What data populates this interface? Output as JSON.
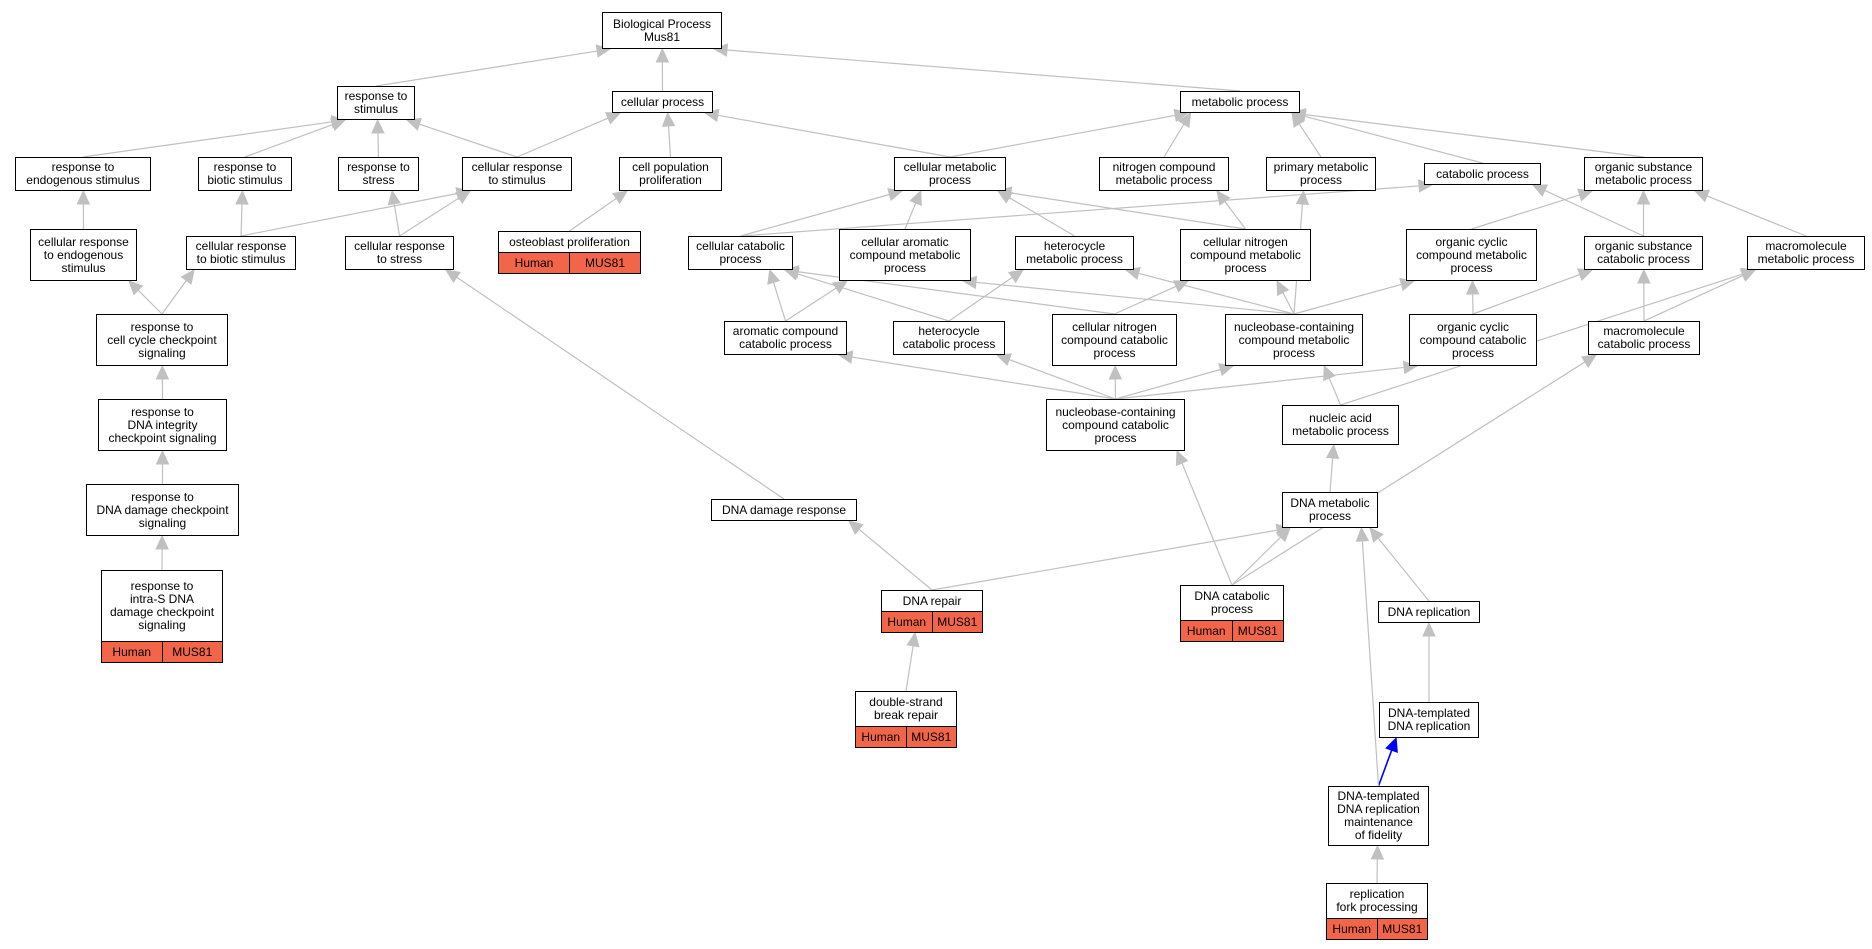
{
  "colors": {
    "edge": "#c0c0c0",
    "edge_highlight": "#0000ff",
    "annotation_fill": "#f26548",
    "node_border": "#000000"
  },
  "nodes": [
    {
      "id": "bp",
      "label": "Biological Process\nMus81"
    },
    {
      "id": "rts",
      "label": "response to\nstimulus"
    },
    {
      "id": "cp",
      "label": "cellular process"
    },
    {
      "id": "mp",
      "label": "metabolic process"
    },
    {
      "id": "rtes",
      "label": "response to\nendogenous stimulus"
    },
    {
      "id": "rtbs",
      "label": "response to\nbiotic stimulus"
    },
    {
      "id": "rtstress",
      "label": "response to\nstress"
    },
    {
      "id": "crts",
      "label": "cellular response\nto stimulus"
    },
    {
      "id": "cpp",
      "label": "cell population\nproliferation"
    },
    {
      "id": "cmp",
      "label": "cellular metabolic\nprocess"
    },
    {
      "id": "ncmp",
      "label": "nitrogen compound\nmetabolic process"
    },
    {
      "id": "pmp",
      "label": "primary metabolic\nprocess"
    },
    {
      "id": "catp",
      "label": "catabolic process"
    },
    {
      "id": "osmp",
      "label": "organic substance\nmetabolic process"
    },
    {
      "id": "crtes",
      "label": "cellular response\nto endogenous\nstimulus"
    },
    {
      "id": "crtbs",
      "label": "cellular response\nto biotic stimulus"
    },
    {
      "id": "crtstress",
      "label": "cellular response\nto stress"
    },
    {
      "id": "op",
      "label": "osteoblast proliferation"
    },
    {
      "id": "ccp",
      "label": "cellular catabolic\nprocess"
    },
    {
      "id": "cacmp",
      "label": "cellular aromatic\ncompound metabolic\nprocess"
    },
    {
      "id": "hmp",
      "label": "heterocycle\nmetabolic process"
    },
    {
      "id": "cncmp",
      "label": "cellular nitrogen\ncompound metabolic\nprocess"
    },
    {
      "id": "occmp",
      "label": "organic cyclic\ncompound metabolic\nprocess"
    },
    {
      "id": "oscp",
      "label": "organic substance\ncatabolic process"
    },
    {
      "id": "mmp",
      "label": "macromolecule\nmetabolic process"
    },
    {
      "id": "rtccs",
      "label": "response to\ncell cycle checkpoint\nsignaling"
    },
    {
      "id": "acc",
      "label": "aromatic compound\ncatabolic process"
    },
    {
      "id": "hcp",
      "label": "heterocycle\ncatabolic process"
    },
    {
      "id": "cnccp",
      "label": "cellular nitrogen\ncompound catabolic\nprocess"
    },
    {
      "id": "nbcmp",
      "label": "nucleobase-containing\ncompound metabolic\nprocess"
    },
    {
      "id": "occcp",
      "label": "organic cyclic\ncompound catabolic\nprocess"
    },
    {
      "id": "mcp",
      "label": "macromolecule\ncatabolic process"
    },
    {
      "id": "rtdics",
      "label": "response to\nDNA integrity\ncheckpoint signaling"
    },
    {
      "id": "nbccp",
      "label": "nucleobase-containing\ncompound catabolic\nprocess"
    },
    {
      "id": "namp",
      "label": "nucleic acid\nmetabolic process"
    },
    {
      "id": "rtddcs",
      "label": "response to\nDNA damage checkpoint\nsignaling"
    },
    {
      "id": "ddr",
      "label": "DNA damage response"
    },
    {
      "id": "dmp",
      "label": "DNA metabolic\nprocess"
    },
    {
      "id": "rtisd",
      "label": "response to\nintra-S DNA\ndamage checkpoint\nsignaling"
    },
    {
      "id": "drep",
      "label": "DNA repair"
    },
    {
      "id": "dcp",
      "label": "DNA catabolic\nprocess"
    },
    {
      "id": "dreplic",
      "label": "DNA replication"
    },
    {
      "id": "dsbr",
      "label": "double-strand\nbreak repair"
    },
    {
      "id": "dtdr",
      "label": "DNA-templated\nDNA replication"
    },
    {
      "id": "dtdrmf",
      "label": "DNA-templated\nDNA replication\nmaintenance\nof fidelity"
    },
    {
      "id": "rfp",
      "label": "replication\nfork processing"
    }
  ],
  "annotations": [
    {
      "node": "op",
      "species": "Human",
      "gene": "MUS81"
    },
    {
      "node": "rtisd",
      "species": "Human",
      "gene": "MUS81"
    },
    {
      "node": "drep",
      "species": "Human",
      "gene": "MUS81"
    },
    {
      "node": "dcp",
      "species": "Human",
      "gene": "MUS81"
    },
    {
      "node": "dsbr",
      "species": "Human",
      "gene": "MUS81"
    },
    {
      "node": "rfp",
      "species": "Human",
      "gene": "MUS81"
    }
  ],
  "edges": [
    {
      "from": "rts",
      "to": "bp"
    },
    {
      "from": "cp",
      "to": "bp"
    },
    {
      "from": "mp",
      "to": "bp"
    },
    {
      "from": "rtes",
      "to": "rts"
    },
    {
      "from": "rtbs",
      "to": "rts"
    },
    {
      "from": "rtstress",
      "to": "rts"
    },
    {
      "from": "crts",
      "to": "rts"
    },
    {
      "from": "crts",
      "to": "cp"
    },
    {
      "from": "cpp",
      "to": "cp"
    },
    {
      "from": "cmp",
      "to": "cp"
    },
    {
      "from": "cmp",
      "to": "mp"
    },
    {
      "from": "ncmp",
      "to": "mp"
    },
    {
      "from": "pmp",
      "to": "mp"
    },
    {
      "from": "catp",
      "to": "mp"
    },
    {
      "from": "osmp",
      "to": "mp"
    },
    {
      "from": "crtes",
      "to": "rtes"
    },
    {
      "from": "crtbs",
      "to": "rtbs"
    },
    {
      "from": "crtbs",
      "to": "crts"
    },
    {
      "from": "crtstress",
      "to": "rtstress"
    },
    {
      "from": "crtstress",
      "to": "crts"
    },
    {
      "from": "op",
      "to": "cpp"
    },
    {
      "from": "ccp",
      "to": "cmp"
    },
    {
      "from": "ccp",
      "to": "catp"
    },
    {
      "from": "cacmp",
      "to": "cmp"
    },
    {
      "from": "hmp",
      "to": "cmp"
    },
    {
      "from": "cncmp",
      "to": "cmp"
    },
    {
      "from": "cncmp",
      "to": "ncmp"
    },
    {
      "from": "occmp",
      "to": "osmp"
    },
    {
      "from": "oscp",
      "to": "catp"
    },
    {
      "from": "oscp",
      "to": "osmp"
    },
    {
      "from": "mmp",
      "to": "osmp"
    },
    {
      "from": "rtccs",
      "to": "crtes"
    },
    {
      "from": "rtccs",
      "to": "crtbs"
    },
    {
      "from": "acc",
      "to": "ccp"
    },
    {
      "from": "acc",
      "to": "cacmp"
    },
    {
      "from": "hcp",
      "to": "ccp"
    },
    {
      "from": "hcp",
      "to": "hmp"
    },
    {
      "from": "cnccp",
      "to": "ccp"
    },
    {
      "from": "cnccp",
      "to": "cncmp"
    },
    {
      "from": "nbcmp",
      "to": "cacmp"
    },
    {
      "from": "nbcmp",
      "to": "hmp"
    },
    {
      "from": "nbcmp",
      "to": "cncmp"
    },
    {
      "from": "nbcmp",
      "to": "occmp"
    },
    {
      "from": "nbcmp",
      "to": "pmp"
    },
    {
      "from": "occcp",
      "to": "occmp"
    },
    {
      "from": "occcp",
      "to": "oscp"
    },
    {
      "from": "mcp",
      "to": "oscp"
    },
    {
      "from": "mcp",
      "to": "mmp"
    },
    {
      "from": "rtdics",
      "to": "rtccs"
    },
    {
      "from": "nbccp",
      "to": "acc"
    },
    {
      "from": "nbccp",
      "to": "hcp"
    },
    {
      "from": "nbccp",
      "to": "cnccp"
    },
    {
      "from": "nbccp",
      "to": "nbcmp"
    },
    {
      "from": "nbccp",
      "to": "occcp"
    },
    {
      "from": "namp",
      "to": "nbcmp"
    },
    {
      "from": "namp",
      "to": "mmp"
    },
    {
      "from": "rtddcs",
      "to": "rtdics"
    },
    {
      "from": "ddr",
      "to": "crtstress"
    },
    {
      "from": "dmp",
      "to": "namp"
    },
    {
      "from": "rtisd",
      "to": "rtddcs"
    },
    {
      "from": "drep",
      "to": "ddr"
    },
    {
      "from": "drep",
      "to": "dmp"
    },
    {
      "from": "dcp",
      "to": "nbccp"
    },
    {
      "from": "dcp",
      "to": "dmp"
    },
    {
      "from": "dcp",
      "to": "mcp"
    },
    {
      "from": "dreplic",
      "to": "dmp"
    },
    {
      "from": "dsbr",
      "to": "drep"
    },
    {
      "from": "dtdr",
      "to": "dreplic"
    },
    {
      "from": "dtdrmf",
      "to": "dtdr",
      "highlight": true
    },
    {
      "from": "dtdrmf",
      "to": "dmp"
    },
    {
      "from": "rfp",
      "to": "dtdrmf"
    }
  ]
}
